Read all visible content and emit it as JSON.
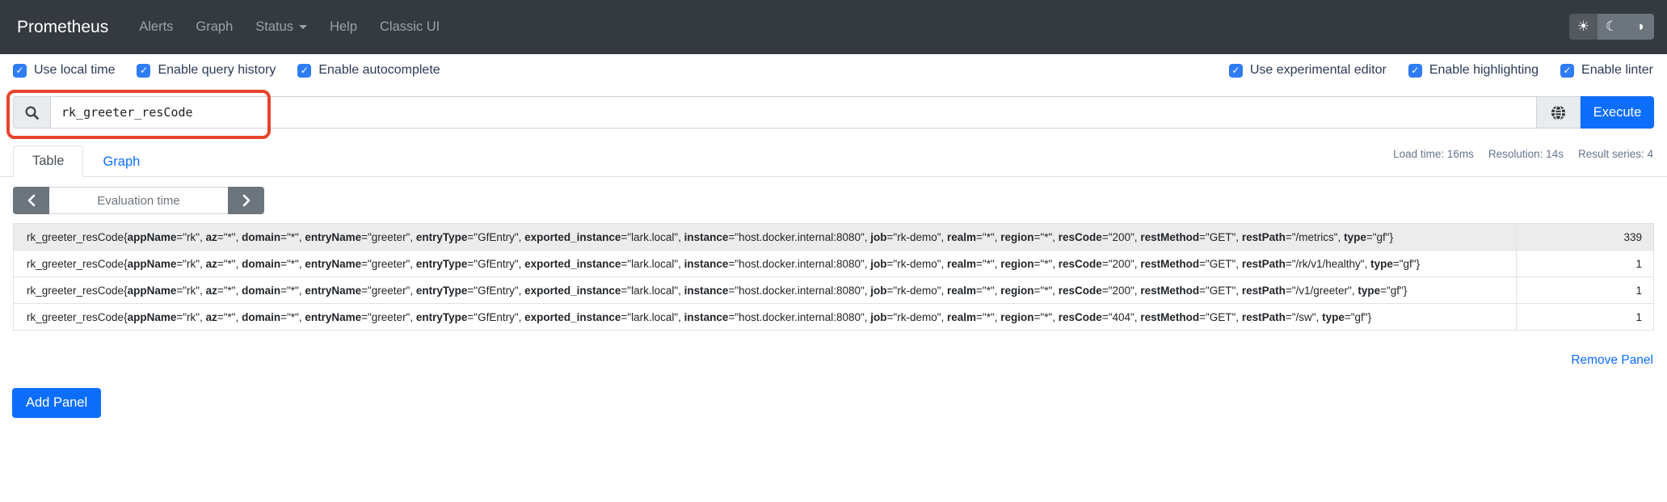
{
  "navbar": {
    "brand": "Prometheus",
    "items": [
      {
        "label": "Alerts"
      },
      {
        "label": "Graph"
      },
      {
        "label": "Status",
        "dropdown": true
      },
      {
        "label": "Help"
      },
      {
        "label": "Classic UI"
      }
    ],
    "theme_toggle": {
      "light_glyph": "☀",
      "dark_glyph": "☾",
      "auto_glyph": "◑",
      "active": "light"
    }
  },
  "options": {
    "left": [
      {
        "label": "Use local time",
        "checked": true
      },
      {
        "label": "Enable query history",
        "checked": true
      },
      {
        "label": "Enable autocomplete",
        "checked": true
      }
    ],
    "right": [
      {
        "label": "Use experimental editor",
        "checked": true
      },
      {
        "label": "Enable highlighting",
        "checked": true
      },
      {
        "label": "Enable linter",
        "checked": true
      }
    ],
    "check_glyph": "✓"
  },
  "query": {
    "value": "rk_greeter_resCode",
    "execute_label": "Execute"
  },
  "tabs": {
    "table_label": "Table",
    "graph_label": "Graph",
    "active": "Table"
  },
  "stats": {
    "load_time": "Load time: 16ms",
    "resolution": "Resolution: 14s",
    "result_series": "Result series: 4"
  },
  "stepper": {
    "placeholder": "Evaluation time"
  },
  "result_table": {
    "rows": [
      {
        "metric": "rk_greeter_resCode",
        "labels": [
          [
            "appName",
            "rk"
          ],
          [
            "az",
            "*"
          ],
          [
            "domain",
            "*"
          ],
          [
            "entryName",
            "greeter"
          ],
          [
            "entryType",
            "GfEntry"
          ],
          [
            "exported_instance",
            "lark.local"
          ],
          [
            "instance",
            "host.docker.internal:8080"
          ],
          [
            "job",
            "rk-demo"
          ],
          [
            "realm",
            "*"
          ],
          [
            "region",
            "*"
          ],
          [
            "resCode",
            "200"
          ],
          [
            "restMethod",
            "GET"
          ],
          [
            "restPath",
            "/metrics"
          ],
          [
            "type",
            "gf"
          ]
        ],
        "value": "339"
      },
      {
        "metric": "rk_greeter_resCode",
        "labels": [
          [
            "appName",
            "rk"
          ],
          [
            "az",
            "*"
          ],
          [
            "domain",
            "*"
          ],
          [
            "entryName",
            "greeter"
          ],
          [
            "entryType",
            "GfEntry"
          ],
          [
            "exported_instance",
            "lark.local"
          ],
          [
            "instance",
            "host.docker.internal:8080"
          ],
          [
            "job",
            "rk-demo"
          ],
          [
            "realm",
            "*"
          ],
          [
            "region",
            "*"
          ],
          [
            "resCode",
            "200"
          ],
          [
            "restMethod",
            "GET"
          ],
          [
            "restPath",
            "/rk/v1/healthy"
          ],
          [
            "type",
            "gf"
          ]
        ],
        "value": "1"
      },
      {
        "metric": "rk_greeter_resCode",
        "labels": [
          [
            "appName",
            "rk"
          ],
          [
            "az",
            "*"
          ],
          [
            "domain",
            "*"
          ],
          [
            "entryName",
            "greeter"
          ],
          [
            "entryType",
            "GfEntry"
          ],
          [
            "exported_instance",
            "lark.local"
          ],
          [
            "instance",
            "host.docker.internal:8080"
          ],
          [
            "job",
            "rk-demo"
          ],
          [
            "realm",
            "*"
          ],
          [
            "region",
            "*"
          ],
          [
            "resCode",
            "200"
          ],
          [
            "restMethod",
            "GET"
          ],
          [
            "restPath",
            "/v1/greeter"
          ],
          [
            "type",
            "gf"
          ]
        ],
        "value": "1"
      },
      {
        "metric": "rk_greeter_resCode",
        "labels": [
          [
            "appName",
            "rk"
          ],
          [
            "az",
            "*"
          ],
          [
            "domain",
            "*"
          ],
          [
            "entryName",
            "greeter"
          ],
          [
            "entryType",
            "GfEntry"
          ],
          [
            "exported_instance",
            "lark.local"
          ],
          [
            "instance",
            "host.docker.internal:8080"
          ],
          [
            "job",
            "rk-demo"
          ],
          [
            "realm",
            "*"
          ],
          [
            "region",
            "*"
          ],
          [
            "resCode",
            "404"
          ],
          [
            "restMethod",
            "GET"
          ],
          [
            "restPath",
            "/sw"
          ],
          [
            "type",
            "gf"
          ]
        ],
        "value": "1"
      }
    ]
  },
  "panel": {
    "remove_label": "Remove Panel",
    "add_label": "Add Panel"
  },
  "colors": {
    "accent": "#0d6efd",
    "navbar_bg": "#343a40",
    "annotation_red": "#e8432c",
    "row_stripe": "#ececec",
    "border": "#dee2e6"
  }
}
